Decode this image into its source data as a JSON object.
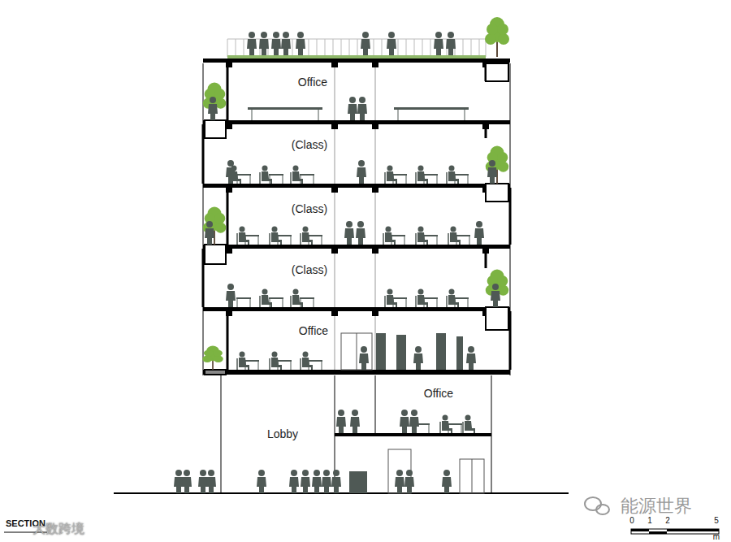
{
  "diagram": {
    "title": "SECTION",
    "nodes": [
      {
        "text": [
          "Office"
        ]
      },
      {
        "text": [
          "(Class)"
        ]
      },
      {
        "text": [
          "(Class)"
        ]
      },
      {
        "text": [
          "(Class)"
        ]
      },
      {
        "text": [
          "Office"
        ]
      },
      {
        "text": [
          "Lobby"
        ]
      },
      {
        "text": [
          "Office"
        ],
        "in": 5
      }
    ],
    "labels": [
      "0",
      "1",
      "2",
      "5",
      "m",
      "能源世界",
      "大数跨境"
    ]
  }
}
